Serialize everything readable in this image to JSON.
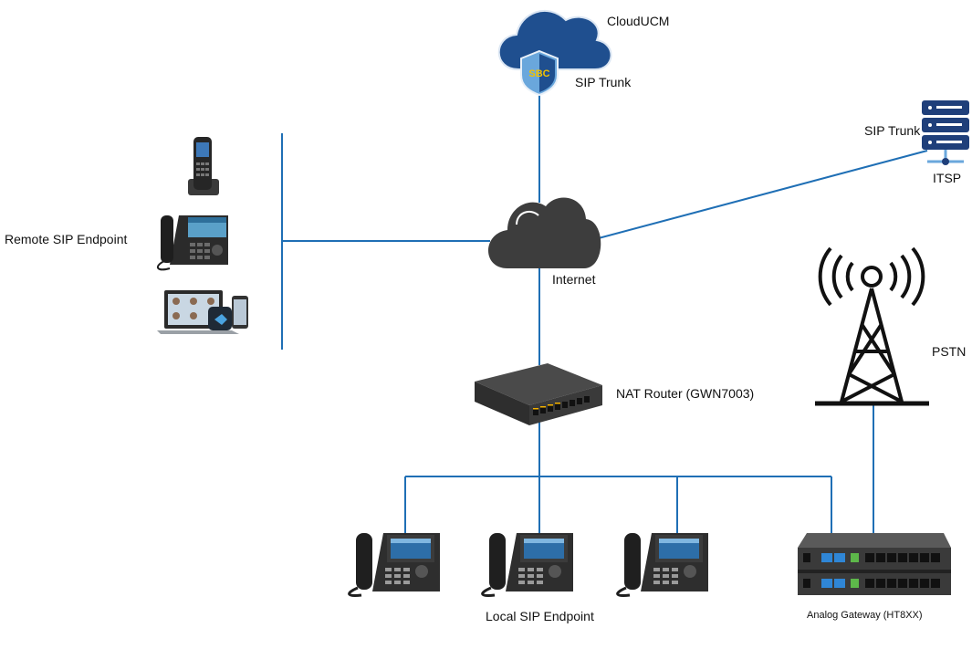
{
  "labels": {
    "cloud_ucm": "CloudUCM",
    "sbc_badge": "SBC",
    "sip_trunk_top": "SIP Trunk",
    "sip_trunk_itsp": "SIP Trunk",
    "itsp": "ITSP",
    "remote_endpoint": "Remote SIP Endpoint",
    "internet": "Internet",
    "pstn": "PSTN",
    "nat_router": "NAT Router (GWN7003)",
    "local_endpoint": "Local SIP Endpoint",
    "analog_gateway": "Analog Gateway (HT8XX)"
  },
  "colors": {
    "link": "#1f6fb5",
    "cloud_ucm": "#1f4f8f",
    "internet_cloud": "#3d3d3d",
    "itsp_server": "#1f3f7a",
    "device_dark": "#2b2b2b"
  },
  "icons": {
    "cloud_ucm": "cloud-icon",
    "sbc": "shield-icon",
    "itsp": "server-icon",
    "internet": "cloud-icon",
    "pstn": "radio-tower-icon",
    "router": "network-switch-icon",
    "phones": "ip-phone-icon",
    "gateway": "analog-gateway-icon"
  }
}
